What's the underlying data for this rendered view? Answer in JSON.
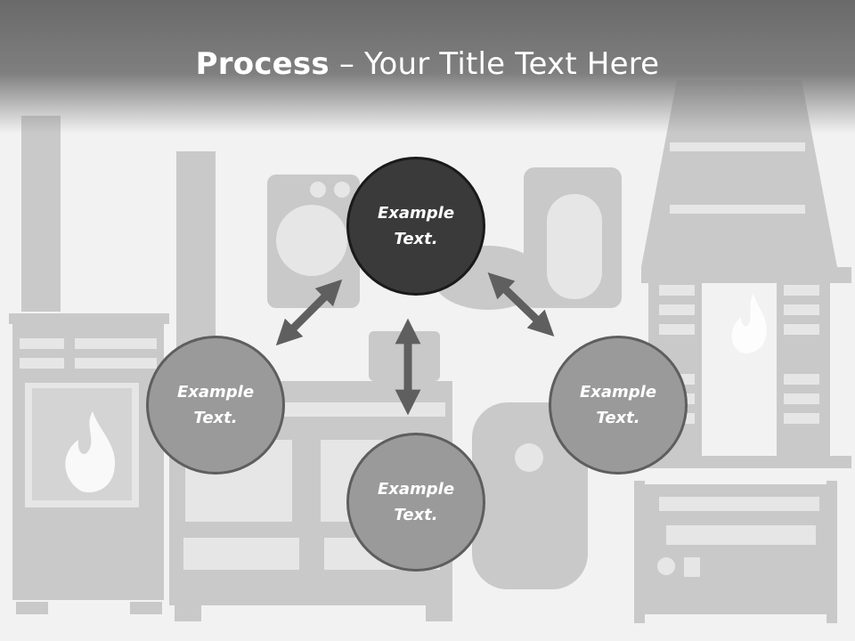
{
  "title": {
    "bold": "Process",
    "separator": " – ",
    "rest": "Your Title Text Here"
  },
  "nodes": [
    {
      "id": "top",
      "label": "Example Text."
    },
    {
      "id": "left",
      "label": "Example Text."
    },
    {
      "id": "right",
      "label": "Example Text."
    },
    {
      "id": "bottom",
      "label": "Example Text."
    }
  ],
  "colors": {
    "node_dark": "#3a3a3a",
    "node_light": "#9a9a9a",
    "arrow": "#5f5f5f",
    "background": "#f2f2f2",
    "illustration": "#c8c8c8"
  }
}
